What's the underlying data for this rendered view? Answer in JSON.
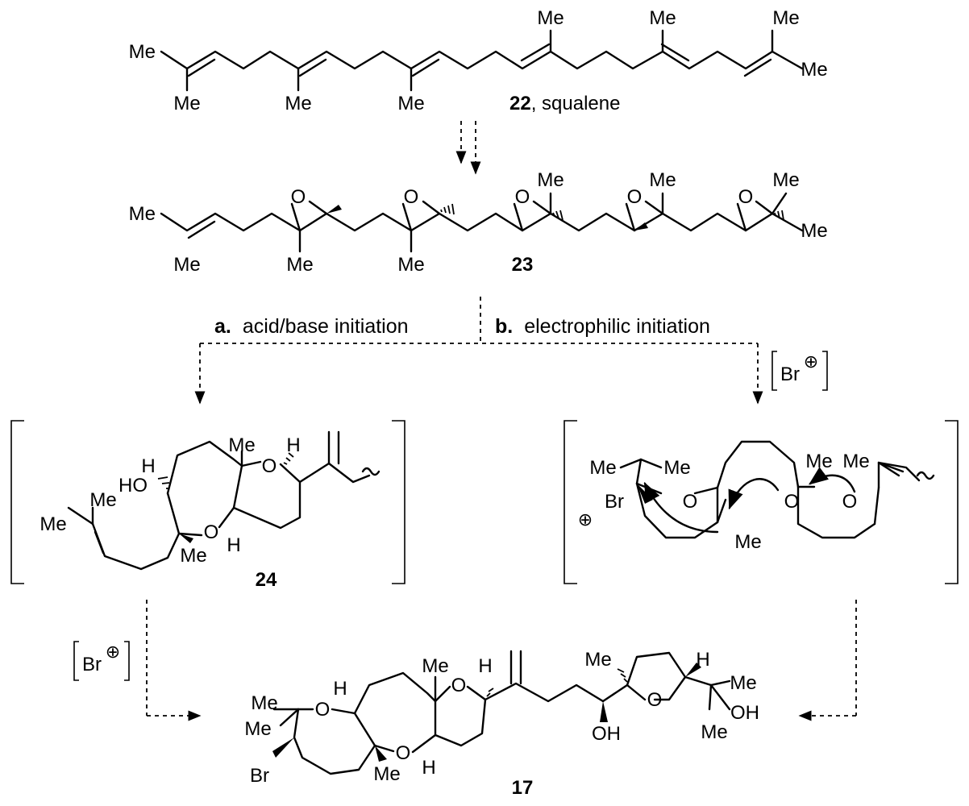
{
  "labels": {
    "me": "Me",
    "o": "O",
    "h": "H",
    "ho": "HO",
    "oh": "OH",
    "br": "Br"
  },
  "compounds": {
    "squalene_number": "22",
    "squalene_name": ", squalene",
    "polyepoxide_number": "23",
    "cyclization_number": "24",
    "product_number": "17"
  },
  "pathways": {
    "a_letter": "a.",
    "a_text": "acid/base initiation",
    "b_letter": "b.",
    "b_text": "electrophilic initiation"
  },
  "reagent": {
    "bromonium": "Br",
    "positive_sign": "⊕"
  }
}
